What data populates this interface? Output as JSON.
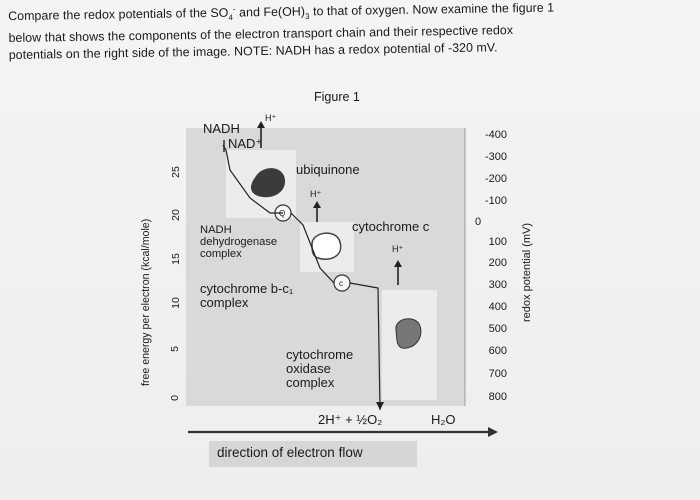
{
  "question": {
    "line1_a": "Compare the redox potentials of the SO",
    "line1_sub": "4",
    "line1_sup": "-",
    "line1_b": " and Fe(OH)",
    "line1_sub2": "3",
    "line1_c": " to that of oxygen. Now examine the figure 1",
    "line2": "below that shows the components of the electron transport chain and their respective redox",
    "line3": "potentials on the right side of the image. NOTE: NADH has a redox potential of -320 mV."
  },
  "figure": {
    "title": "Figure 1",
    "nadh": "NADH",
    "nad": "NAD⁺",
    "h_plus": "H⁺",
    "ubiquinone": "ubiquinone",
    "q_label": "Q",
    "c_label": "c",
    "cytochrome_c": "cytochrome c",
    "nadh_dehydrogenase_1": "NADH",
    "nadh_dehydrogenase_2": "dehydrogenase",
    "nadh_dehydrogenase_3": "complex",
    "cyt_bc1_1": "cytochrome b-c₁",
    "cyt_bc1_2": "complex",
    "cyt_oxidase_1": "cytochrome",
    "cyt_oxidase_2": "oxidase",
    "cyt_oxidase_3": "complex",
    "reaction": "2H⁺ + ½O₂",
    "water": "H₂O",
    "direction": "direction of electron flow",
    "left_axis_label": "free energy per electron (kcal/mole)",
    "left_ticks": [
      "25",
      "20",
      "15",
      "10",
      "5",
      "0"
    ],
    "right_axis_label": "redox potential (mV)",
    "right_ticks": [
      "-400",
      "-300",
      "-200",
      "-100",
      "0",
      "100",
      "200",
      "300",
      "400",
      "500",
      "600",
      "700",
      "800"
    ]
  },
  "colors": {
    "panel": "#d9d9d7",
    "blob": "#3a3a3a",
    "blob2": "#6e6e6e"
  }
}
